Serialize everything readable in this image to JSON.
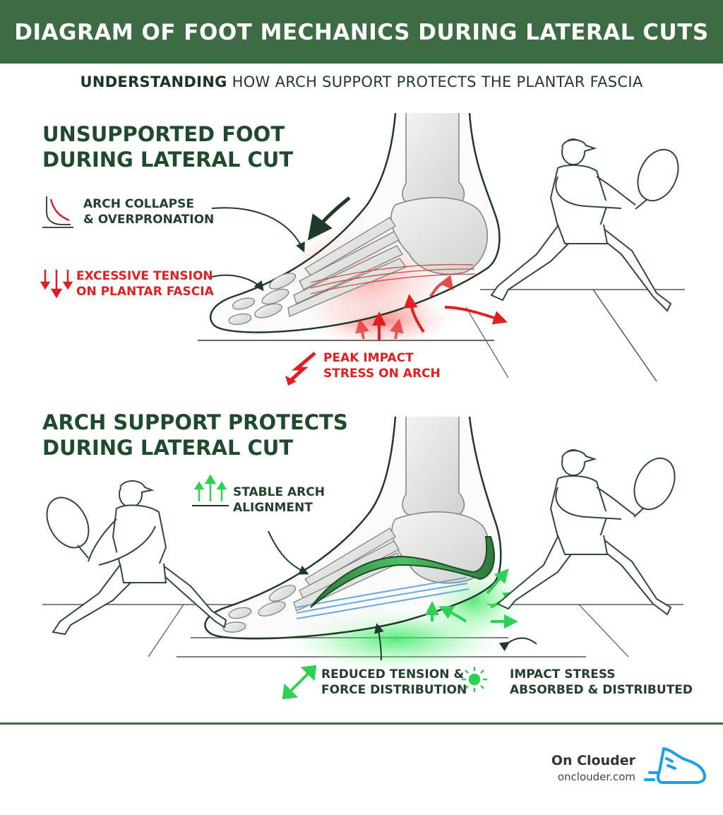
{
  "header": {
    "title": "DIAGRAM OF FOOT MECHANICS DURING LATERAL CUTS"
  },
  "subtitle": {
    "bold": "UNDERSTANDING",
    "rest": " HOW ARCH SUPPORT PROTECTS THE PLANTAR FASCIA"
  },
  "panel_top": {
    "title_line1": "UNSUPPORTED FOOT",
    "title_line2": "DURING LATERAL CUT",
    "label_arch_line1": "ARCH COLLAPSE",
    "label_arch_line2": "& OVERPRONATION",
    "label_tension_line1": "EXCESSIVE TENSION",
    "label_tension_line2": "ON PLANTAR FASCIA",
    "label_impact_line1": "PEAK IMPACT",
    "label_impact_line2": "STRESS ON ARCH"
  },
  "panel_bottom": {
    "title_line1": "ARCH SUPPORT PROTECTS",
    "title_line2": "DURING LATERAL CUT",
    "label_stable_line1": "STABLE ARCH",
    "label_stable_line2": "ALIGNMENT",
    "label_reduced_line1": "REDUCED TENSION &",
    "label_reduced_line2": "FORCE DISTRIBUTION",
    "label_absorbed_line1": "IMPACT STRESS",
    "label_absorbed_line2": "ABSORBED & DISTRIBUTED"
  },
  "footer": {
    "brand_name": "On Clouder",
    "brand_url": "onclouder.com"
  },
  "icons": {
    "foot_arch": "foot-arch-icon",
    "down_arrows": "down-arrows-icon",
    "zigzag_arrow": "zigzag-arrow-icon",
    "up_arrows": "up-arrows-icon",
    "diagonal_arrow": "diagonal-double-arrow-icon",
    "burst": "sunburst-icon",
    "shoe": "shoe-logo-icon"
  },
  "colors": {
    "brand_green": "#3d6b44",
    "title_green": "#1f4a2c",
    "stress_red": "#e02020",
    "support_green": "#3ccf5a",
    "fascia_blue": "#5aa0e0",
    "logo_blue": "#1aa0e6"
  }
}
